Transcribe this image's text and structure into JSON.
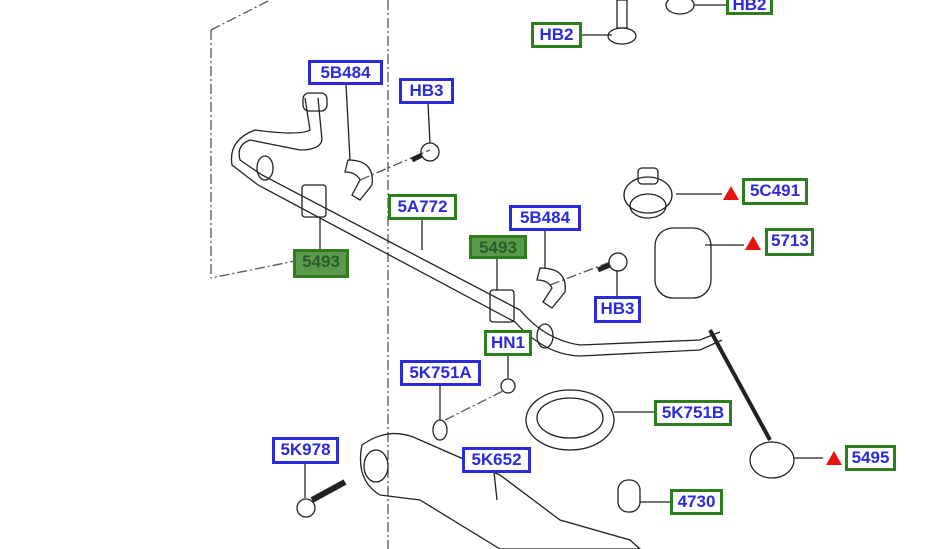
{
  "colors": {
    "label_text": "#2b2bdc",
    "border_green": "#2e7d1e",
    "border_blue": "#2b2bdc",
    "warning": "#e81010"
  },
  "labels": {
    "hb2_top": "HB2",
    "hb2": "HB2",
    "b5b484_left": "5B484",
    "hb3_top": "HB3",
    "c5c491": "5C491",
    "a5a772": "5A772",
    "b5b484_right": "5B484",
    "p5493_right": "5493",
    "p5493_left": "5493",
    "p5713": "5713",
    "hb3_right": "HB3",
    "hn1": "HN1",
    "k5k751a": "5K751A",
    "k5k751b": "5K751B",
    "k5k978": "5K978",
    "k5k652": "5K652",
    "p5495": "5495",
    "p4730": "4730"
  }
}
